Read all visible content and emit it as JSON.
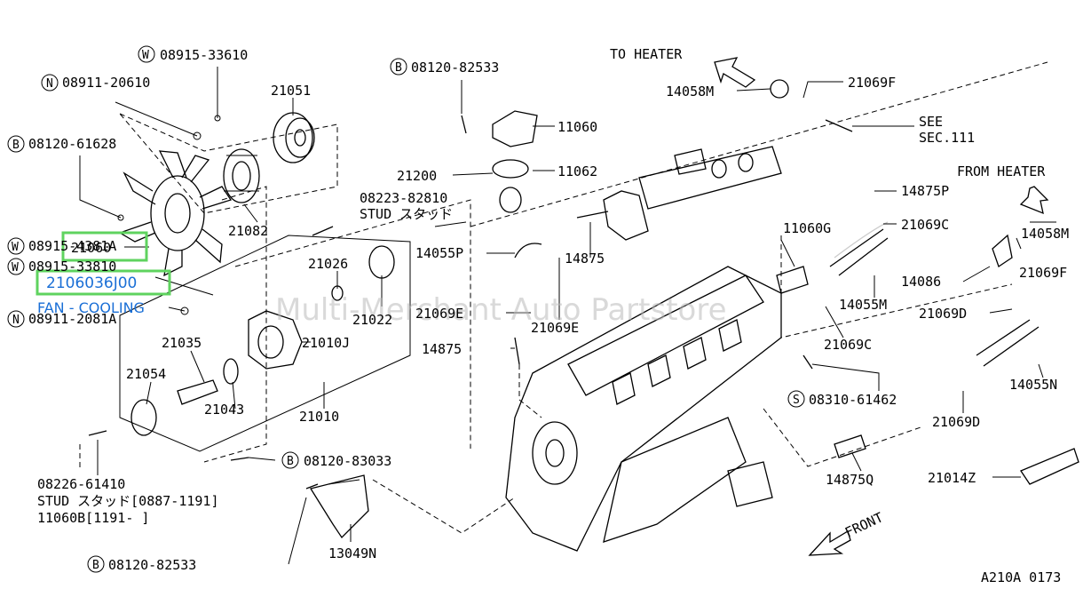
{
  "watermark": "Multi-Merchant Auto Partstore",
  "catalog_ref": "A210A 0173",
  "highlight": {
    "ref": "21060",
    "part_number": "2106036J00",
    "description": "FAN - COOLING"
  },
  "callouts": {
    "w_08915_33610": "08915-33610",
    "n_08911_20610": "08911-20610",
    "p_21051": "21051",
    "b_08120_61628": "08120-61628",
    "p_21082": "21082",
    "p_21060": "21060",
    "w_08915_4381a": "08915-4381A",
    "w_08915_33810": "08915-33810",
    "n_08911_2081a": "08911-2081A",
    "p_21026": "21026",
    "p_21022": "21022",
    "p_21010j": "21010J",
    "p_21035": "21035",
    "p_21054": "21054",
    "p_21043": "21043",
    "p_21010": "21010",
    "p_08226_61410": "08226-61410",
    "stud_note": "STUD スタッド[0887-1191]",
    "stud_note2": "11060B[1191-    ]",
    "b_08120_83033": "08120-83033",
    "b_08120_82533_bottom": "08120-82533",
    "p_13049n": "13049N",
    "b_08120_82533_top": "08120-82533",
    "p_11060": "11060",
    "p_21200": "21200",
    "p_11062": "11062",
    "p_08223_82810": "08223-82810",
    "stud_label": "STUD スタッド",
    "p_14055p": "14055P",
    "p_21069e_left": "21069E",
    "p_21069e_right": "21069E",
    "p_14875_top": "14875",
    "p_14875_left": "14875",
    "to_heater": "TO HEATER",
    "p_14058m_top": "14058M",
    "p_21069f_top": "21069F",
    "see": "SEE",
    "sec": "SEC.111",
    "from_heater": "FROM HEATER",
    "p_14875p": "14875P",
    "p_21069c_top": "21069C",
    "p_14058m_right": "14058M",
    "p_21069f_right": "21069F",
    "p_11060g": "11060G",
    "p_14086": "14086",
    "p_14055m": "14055M",
    "p_21069d_mid": "21069D",
    "p_21069c_mid": "21069C",
    "p_14055n": "14055N",
    "s_08310_61462": "08310-61462",
    "p_21069d_low": "21069D",
    "p_14875q": "14875Q",
    "p_21014z": "21014Z",
    "front": "FRONT"
  },
  "prefix_symbols": {
    "w": "W",
    "n": "N",
    "b": "B",
    "s": "S"
  }
}
